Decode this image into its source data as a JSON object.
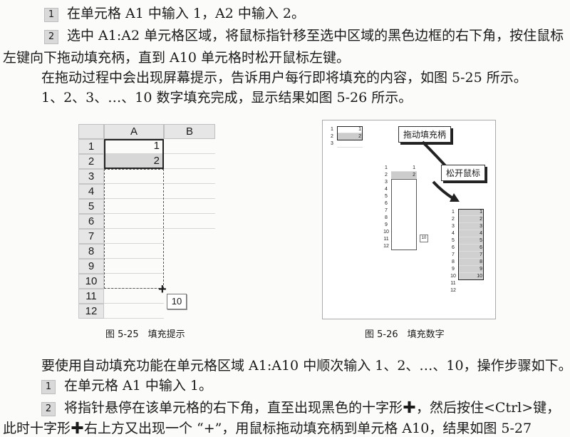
{
  "paragraphs": {
    "step1_num": "1",
    "step1": "在单元格 A1 中输入 1，A2 中输入 2。",
    "step2_num": "2",
    "step2_a": "选中 A1:A2 单元格区域，将鼠标指针移至选中区域的黑色边框的右下角，按住鼠标",
    "step2_b": "左键向下拖动填充柄，直到 A10 单元格时松开鼠标左键。",
    "p3": "在拖动过程中会出现屏幕提示，告诉用户每行即将填充的内容，如图 5-25 所示。",
    "p4": "1、2、3、…、10 数字填充完成，显示结果如图 5-26 所示。",
    "p5": "要使用自动填充功能在单元格区域 A1:A10 中顺次输入 1、2、…、10，操作步骤如下。",
    "step3_num": "1",
    "step3": "在单元格 A1 中输入 1。",
    "step4_num": "2",
    "step4": "将指针悬停在该单元格的右下角，直至出现黑色的十字形✚，然后按住<Ctrl>键，",
    "step5": "此时十字形✚右上方又出现一个 “+”，用鼠标拖动填充柄到单元格 A10，结果如图 5-27"
  },
  "figure_25": {
    "caption": "图 5-25　填充提示",
    "col_headers": [
      "A",
      "B"
    ],
    "rows": [
      "1",
      "2",
      "3",
      "4",
      "5",
      "6",
      "7",
      "8",
      "9",
      "10",
      "11",
      "12"
    ],
    "values": [
      "1",
      "2"
    ],
    "tooltip": "10"
  },
  "figure_26": {
    "caption": "图 5-26　填充数字",
    "callout_drag": "拖动填充柄",
    "callout_release": "松开鼠标",
    "rows": [
      "1",
      "2",
      "3",
      "4",
      "5",
      "6",
      "7",
      "8",
      "9",
      "10",
      "11",
      "12"
    ],
    "first_values": [
      "1",
      "2"
    ],
    "result_values": [
      "1",
      "2",
      "3",
      "4",
      "5",
      "6",
      "7",
      "8",
      "9",
      "10"
    ],
    "small_tooltip": "10"
  }
}
